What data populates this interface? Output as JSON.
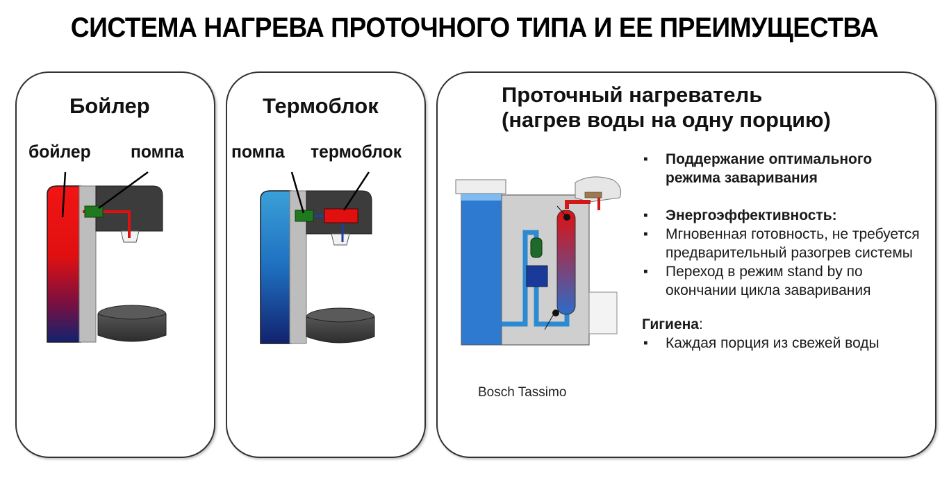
{
  "title": "СИСТЕМА НАГРЕВА ПРОТОЧНОГО ТИПА И ЕЕ ПРЕИМУЩЕСТВА",
  "boiler": {
    "heading": "Бойлер",
    "label_left": "бойлер",
    "label_right": "помпа"
  },
  "thermoblock": {
    "heading": "Термоблок",
    "label_left": "помпа",
    "label_right": "термоблок"
  },
  "flow": {
    "heading_line1": "Проточный нагреватель",
    "heading_line2": "(нагрев воды на одну порцию)",
    "caption": "Bosch Tassimo",
    "bullets": [
      "Поддержание оптимального режима заваривания",
      "Энергоэффективность:",
      "Мгновенная готовность, не требуется предварительный разогрев системы",
      "Переход в режим stand by по окончании цикла заваривания"
    ],
    "hygiene_heading": "Гигиена",
    "hygiene_colon": ":",
    "hygiene_bullet": "Каждая порция из свежей воды"
  },
  "colors": {
    "hot": "#e01010",
    "cold": "#1a2a8a",
    "water_blue": "#2d8ad0",
    "pump_green": "#1f7a1f",
    "machine_gray": "#bcbcbc",
    "machine_dark": "#3a3a3a"
  }
}
